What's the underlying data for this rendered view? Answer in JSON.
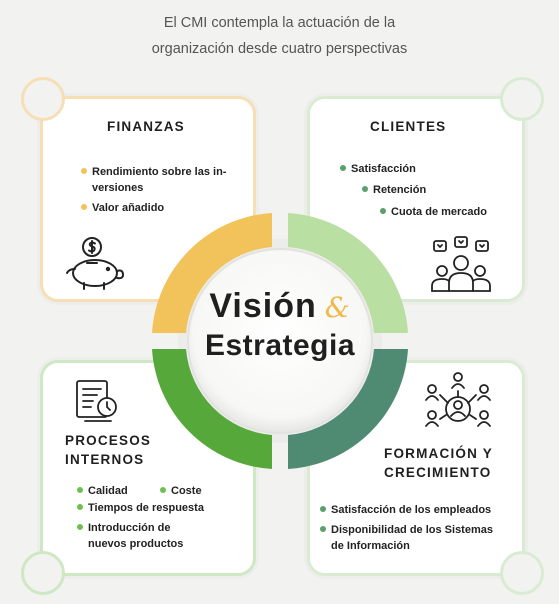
{
  "header": {
    "line1": "El CMI contempla la actuación de la",
    "line2": "organización desde cuatro perspectivas"
  },
  "center": {
    "word1": "Visión",
    "amp": "&",
    "word2": "Estrategia"
  },
  "finanzas": {
    "title": "FINANZAS",
    "items": [
      "Rendimiento sobre las in-",
      "versiones",
      "Valor añadido"
    ],
    "icon": "piggy-bank-dollar-icon"
  },
  "clientes": {
    "title": "CLIENTES",
    "items": [
      "Satisfacción",
      "Retención",
      "Cuota de mercado"
    ],
    "icon": "customers-hearts-icon"
  },
  "procesos": {
    "title_line1": "PROCESOS",
    "title_line2": "INTERNOS",
    "items": [
      "Calidad",
      "Coste",
      "Tiempos de respuesta",
      "Introducción de",
      "nuevos productos"
    ],
    "icon": "document-clock-icon"
  },
  "formacion": {
    "title_line1": "FORMACIÓN Y",
    "title_line2": "CRECIMIENTO",
    "items": [
      "Satisfacción de los empleados",
      "Disponibilidad de los Sistemas",
      "de Información"
    ],
    "icon": "people-network-icon"
  },
  "colors": {
    "yellow": "#f2c35a",
    "light_green": "#b9dfa3",
    "green": "#57a83a",
    "teal": "#4f8a72"
  }
}
